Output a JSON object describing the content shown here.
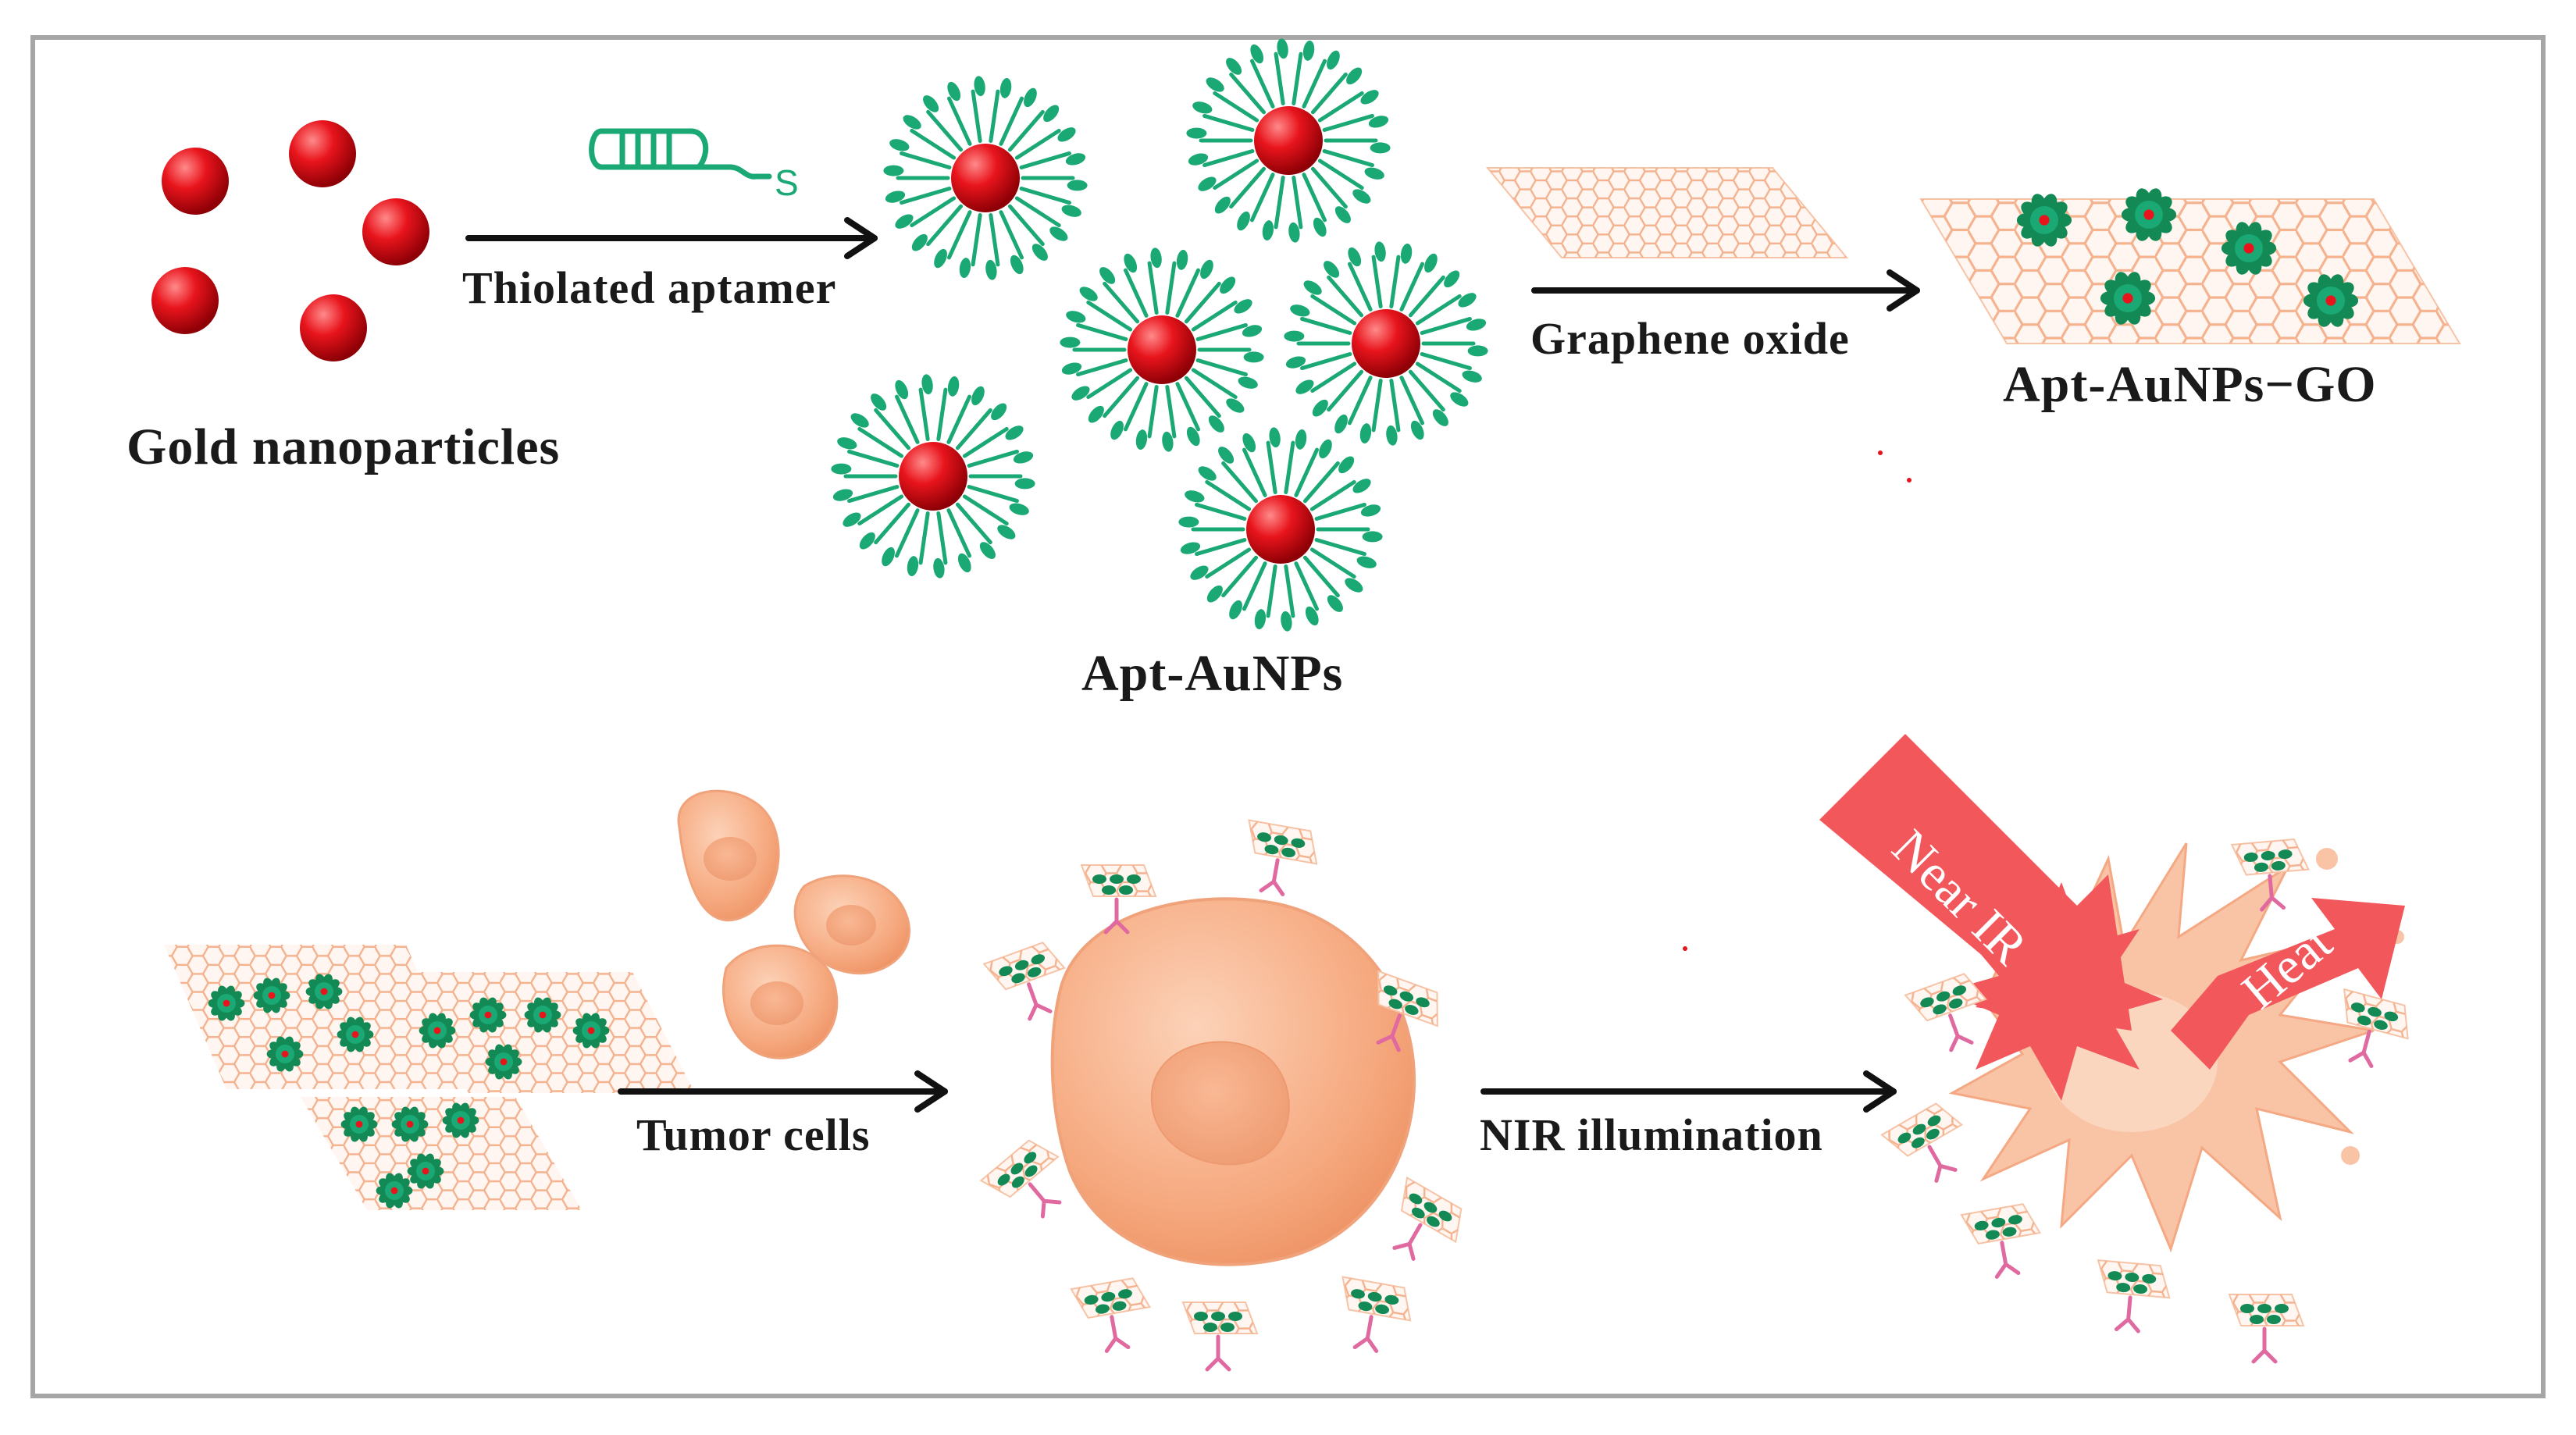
{
  "labels": {
    "gold_nanoparticles": "Gold nanoparticles",
    "thiolated_aptamer": "Thiolated aptamer",
    "aptamer_thiol_symbol": "S",
    "apt_aunps": "Apt-AuNPs",
    "graphene_oxide": "Graphene oxide",
    "apt_aunps_go": "Apt-AuNPs−GO",
    "tumor_cells": "Tumor cells",
    "nir_illumination": "NIR illumination",
    "near_ir": "Near IR",
    "heat": "Heat"
  },
  "colors": {
    "frame": "#a6a6a6",
    "gold_nanoparticle": "#e8141c",
    "aptamer": "#1aa874",
    "graphene_oxide": "#f7b99a",
    "tumor_cell": "#f8ad85",
    "nir_arrow": "#f2575b",
    "arrow": "#111111",
    "receptor": "#e06aa0"
  },
  "icons": {
    "nanoparticle": "red-sphere",
    "aptamer": "hairpin-dna",
    "graphene": "hexagon-lattice",
    "cell": "tumor-cell",
    "explosion": "starburst"
  }
}
